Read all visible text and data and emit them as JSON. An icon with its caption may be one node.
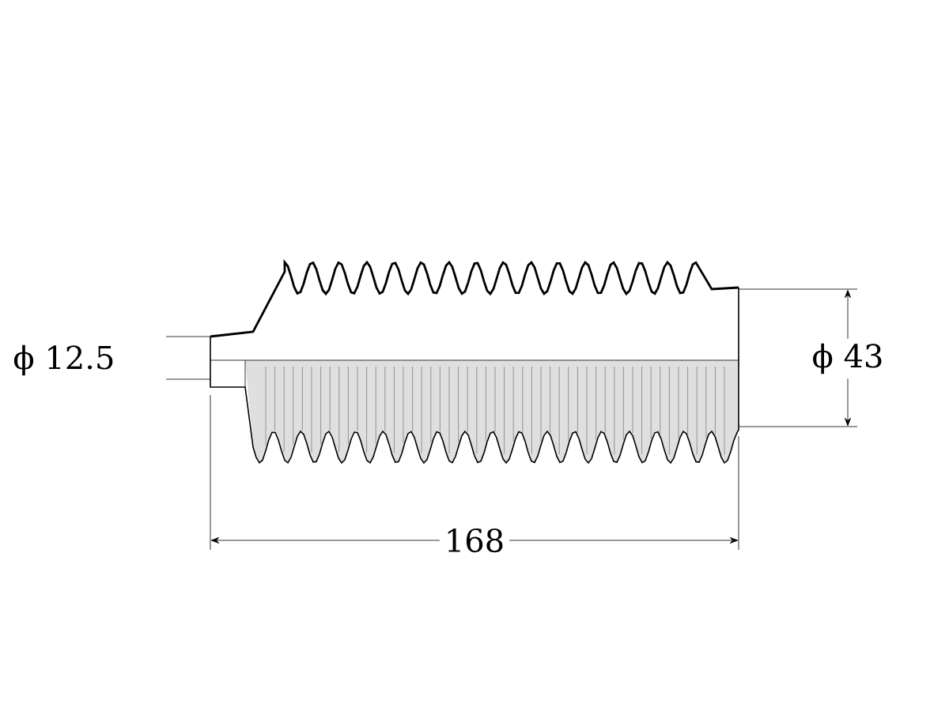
{
  "diagram": {
    "labels": [
      "ϕ 12.5",
      "ϕ 43",
      "168"
    ]
  }
}
